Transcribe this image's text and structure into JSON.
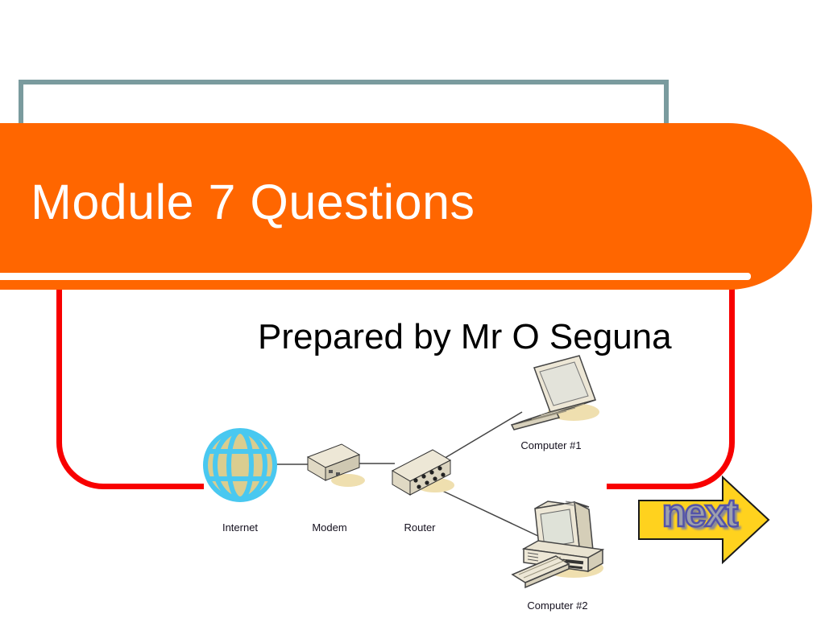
{
  "slide": {
    "title": "Module 7 Questions",
    "subtitle": "Prepared by Mr O Seguna"
  },
  "nav": {
    "next_label": "next"
  },
  "diagram": {
    "labels": {
      "internet": "Internet",
      "modem": "Modem",
      "router": "Router",
      "computer1": "Computer #1",
      "computer2": "Computer #2"
    }
  },
  "colors": {
    "banner_orange": "#FF6600",
    "accent_red": "#F80000",
    "frame_teal": "#7A9B9E",
    "arrow_yellow": "#FFD21E",
    "globe_blue": "#49C8F0",
    "globe_tan": "#DACD8F",
    "device_beige": "#EDE7D6",
    "device_shadow": "#EFDFAF"
  }
}
